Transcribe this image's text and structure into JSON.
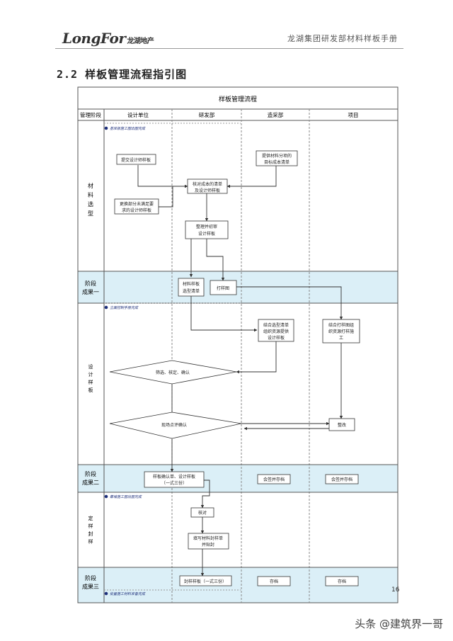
{
  "header": {
    "logo_text": "LongFor",
    "logo_cn": "龙湖地产",
    "doc_title": "龙湖集团研发部材料样板手册"
  },
  "section": {
    "title": "2.2 样板管理流程指引图"
  },
  "flow": {
    "title": "样板管理流程",
    "columns": [
      "管理阶段",
      "设计单位",
      "研发部",
      "造采部",
      "项目"
    ],
    "stages": {
      "material": [
        "材",
        "料",
        "选",
        "型"
      ],
      "result1": [
        "阶段",
        "成果一"
      ],
      "design": [
        "设",
        "计",
        "样",
        "板"
      ],
      "result2": [
        "阶段",
        "成果二"
      ],
      "seal": [
        "定",
        "样",
        "封",
        "样"
      ],
      "result3": [
        "阶段",
        "成果三"
      ]
    },
    "milestones": {
      "m1": "基准版施工图出图完成",
      "m2": "立面控制手册完成",
      "m3": "幕墙施工图出图完成",
      "m4": "批量施工材料准备完成"
    },
    "boxes": {
      "submit": "提交设计师样板",
      "provide": [
        "提供材料分项的",
        "目标成本清单"
      ],
      "check": [
        "核对成本的清单",
        "及设计师样板"
      ],
      "replace": [
        "更换部分未满足要",
        "求的设计师样板"
      ],
      "organize": [
        "整理并初审",
        "设计样板"
      ],
      "matlist": [
        "材料样板",
        "选型清单"
      ],
      "sample": "打样图",
      "combine1": [
        "结合选型清单",
        "组织资源提供",
        "设计样板"
      ],
      "combine2": [
        "结合打样图组",
        "织资源打样施",
        "工"
      ],
      "confirm_d": "筛选、核定、确认",
      "site_d": "现场点评确认",
      "rectify": "整改",
      "confirm_sheet": [
        "样板确认单、设计样板",
        "（一式三份）"
      ],
      "cosign1": "会签并存档",
      "cosign2": "会签并存档",
      "verify": "核对",
      "fill": [
        "填写材料封样单",
        "并贴封"
      ],
      "seal_sample": "封样样板（一式三份）",
      "archive1": "存档",
      "archive2": "存档"
    }
  },
  "page_number": "16",
  "watermark": "头条 @建筑界一哥"
}
